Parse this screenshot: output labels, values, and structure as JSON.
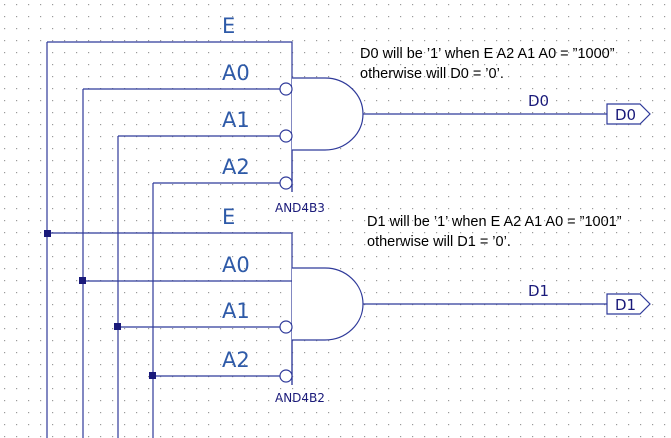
{
  "gates": [
    {
      "name": "AND4B3",
      "inputs": [
        "E",
        "A0",
        "A1",
        "A2"
      ],
      "output_net": "D0",
      "output_port": "D0",
      "note_line1": "D0 will be ’1’ when E A2 A1 A0 = ”1000”",
      "note_line2": "otherwise will D0 = ’0’."
    },
    {
      "name": "AND4B2",
      "inputs": [
        "E",
        "A0",
        "A1",
        "A2"
      ],
      "output_net": "D1",
      "output_port": "D1",
      "note_line1": "D1 will be ’1’ when E A2 A1 A0 = ”1001”",
      "note_line2": "otherwise will D1 = ’0’."
    }
  ],
  "colors": {
    "wire": "#2f3a9a",
    "signal_label": "#2e5aa8",
    "grid_dot": "#9a9a9a"
  }
}
